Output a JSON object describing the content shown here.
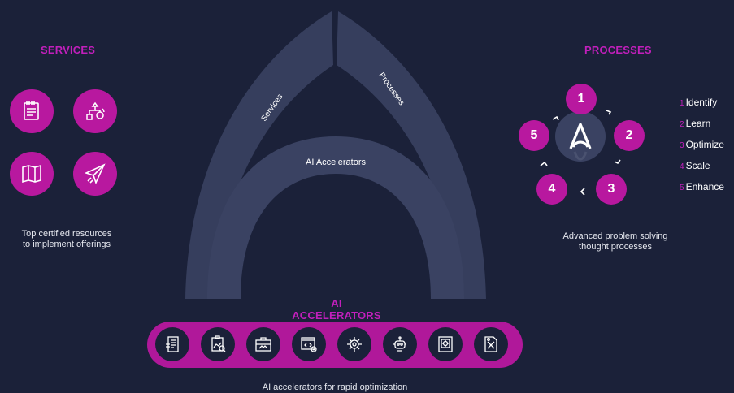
{
  "services": {
    "heading": "SERVICES",
    "caption_line1": "Top certified resources",
    "caption_line2": "to implement offerings",
    "icons": [
      "notepad-icon",
      "network-flow-icon",
      "map-icon",
      "paper-plane-icon"
    ]
  },
  "arch": {
    "left_label": "Services",
    "right_label": "Processes",
    "inner_label": "AI Accelerators"
  },
  "processes": {
    "heading": "PROCESSES",
    "caption_line1": "Advanced problem solving",
    "caption_line2": "thought processes",
    "steps": [
      {
        "num": "1",
        "label": "Identify"
      },
      {
        "num": "2",
        "label": "Learn"
      },
      {
        "num": "3",
        "label": "Optimize"
      },
      {
        "num": "4",
        "label": "Scale"
      },
      {
        "num": "5",
        "label": "Enhance"
      }
    ]
  },
  "accelerators": {
    "heading": "AI ACCELERATORS",
    "caption": "AI accelerators for rapid optimization",
    "icons": [
      "document-list-icon",
      "analytics-clipboard-icon",
      "toolbox-icon",
      "code-window-icon",
      "virus-scan-icon",
      "robot-icon",
      "tablet-settings-icon",
      "tools-document-icon"
    ]
  },
  "colors": {
    "background": "#1b2139",
    "accent": "#c21fbc",
    "arch": "#353d5c"
  }
}
